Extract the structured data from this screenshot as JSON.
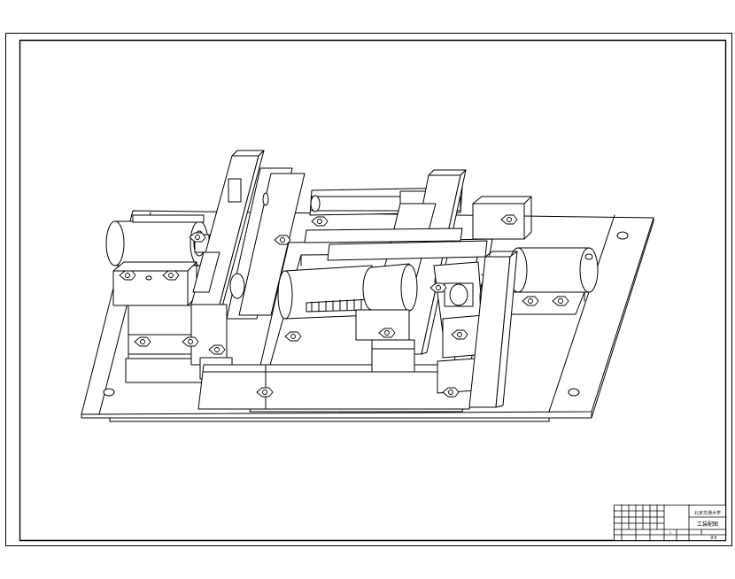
{
  "sheet": {
    "type": "engineering-assembly-drawing",
    "line_color": "#000000",
    "background": "#ffffff"
  },
  "title_block": {
    "organization": "北京交通大学",
    "drawing_title": "工装配图",
    "scale": "9:5",
    "sheet_number": "1"
  }
}
